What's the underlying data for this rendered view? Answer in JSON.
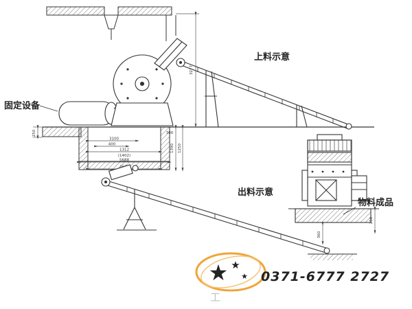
{
  "labels": {
    "fixed_equipment": "固定设备",
    "feeding": "上料示意",
    "discharge": "出料示意",
    "product": "物料成品"
  },
  "dimensions": {
    "total_height": "3277",
    "left_depth": "250",
    "d3100": "3100",
    "d400": "400",
    "d1312": "1312",
    "d1402": "(1402)",
    "d5688": "5688",
    "d2600": "2600",
    "d1390": "1390",
    "d1250": "1250",
    "d300": "300",
    "d360": "360",
    "right_depth": "250"
  },
  "watermark": {
    "phone": "0371-6777 2727",
    "star": "★",
    "ghost": "工",
    "accent": "#f0a536",
    "accent_light": "#f6c37a"
  }
}
